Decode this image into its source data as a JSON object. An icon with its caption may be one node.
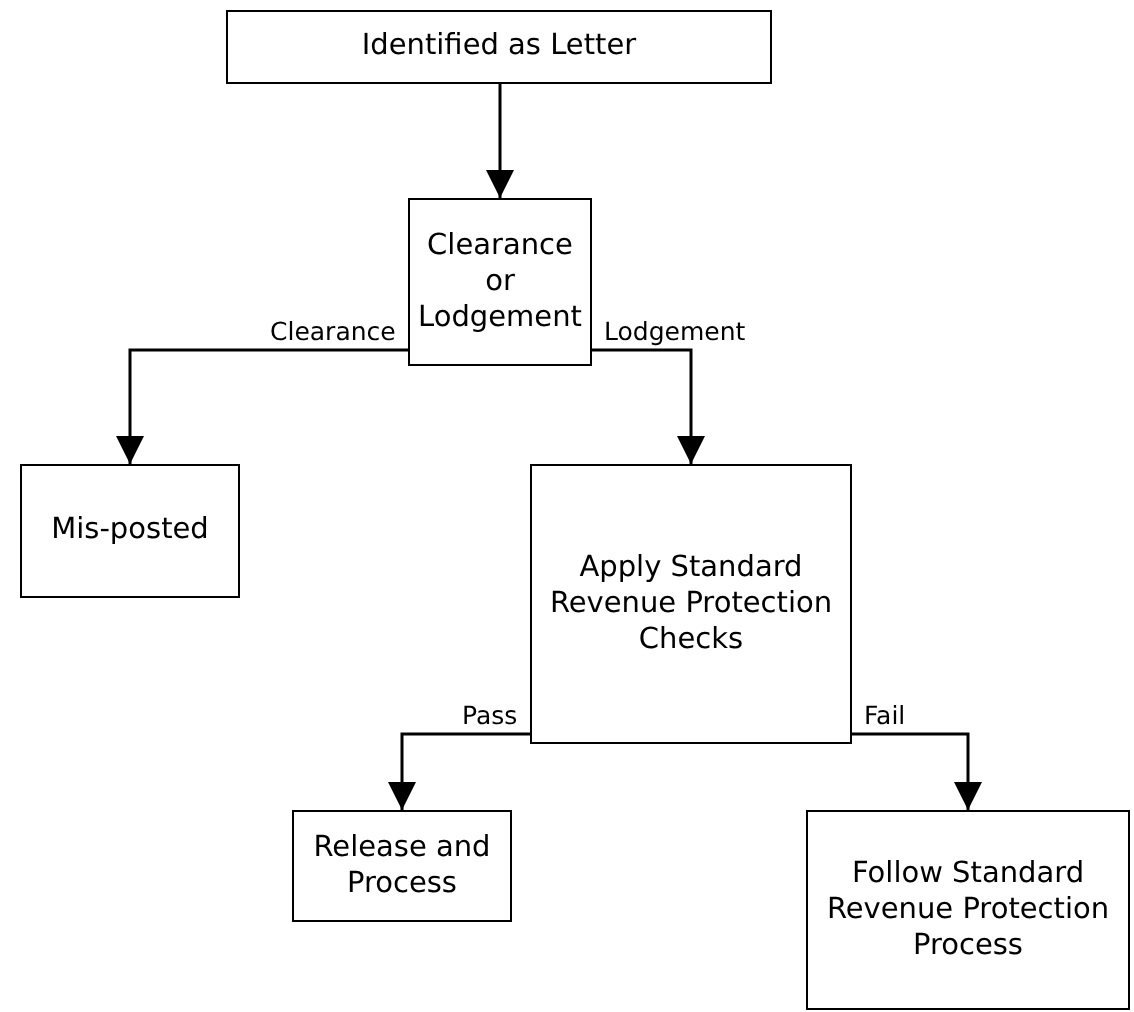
{
  "diagram": {
    "nodes": [
      {
        "text": [
          "Identified as Letter"
        ]
      },
      {
        "text": [
          "Clearance or Lodgement"
        ]
      },
      {
        "text": [
          "Mis-posted"
        ]
      },
      {
        "text": [
          "Apply Standard Revenue Protection Checks"
        ]
      },
      {
        "text": [
          "Release and Process"
        ]
      },
      {
        "text": [
          "Follow Standard Revenue Protection Process"
        ]
      }
    ],
    "edges": [
      {
        "from": 0,
        "to": 1,
        "arrow": "to"
      },
      {
        "from": 1,
        "to": 2,
        "arrow": "to",
        "label": "Clearance"
      },
      {
        "from": 1,
        "to": 3,
        "arrow": "to",
        "label": "Lodgement"
      },
      {
        "from": 3,
        "to": 4,
        "arrow": "to",
        "label": "Pass"
      },
      {
        "from": 3,
        "to": 5,
        "arrow": "to",
        "label": "Fail"
      }
    ]
  }
}
